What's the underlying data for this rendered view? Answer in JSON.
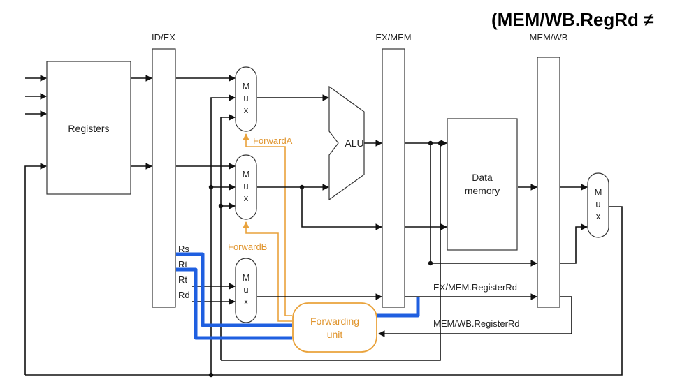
{
  "heading": "(MEM/WB.RegRd ≠",
  "pipeline_registers": {
    "id_ex": "ID/EX",
    "ex_mem": "EX/MEM",
    "mem_wb": "MEM/WB"
  },
  "blocks": {
    "registers": "Registers",
    "alu": "ALU",
    "data_memory_line1": "Data",
    "data_memory_line2": "memory",
    "forwarding_line1": "Forwarding",
    "forwarding_line2": "unit"
  },
  "mux_letters": [
    "M",
    "u",
    "x"
  ],
  "register_fields": [
    "Rs",
    "Rt",
    "Rt",
    "Rd"
  ],
  "signals": {
    "forward_a": "ForwardA",
    "forward_b": "ForwardB",
    "ex_mem_rd": "EX/MEM.RegisterRd",
    "mem_wb_rd": "MEM/WB.RegisterRd"
  },
  "colors": {
    "wire": "#111111",
    "control": "#e9a23b",
    "register_path": "#1f5fe0"
  }
}
